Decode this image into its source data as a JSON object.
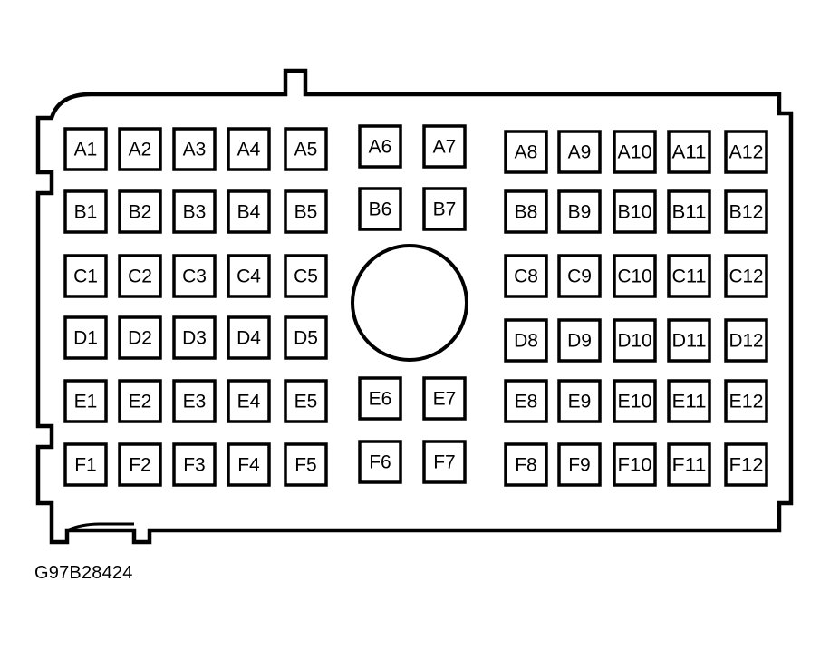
{
  "figure_id": "G97B28424",
  "colors": {
    "line": "#000000",
    "background": "#ffffff"
  },
  "pin_rows": [
    [
      "A1",
      "A2",
      "A3",
      "A4",
      "A5",
      "A6",
      "A7",
      "A8",
      "A9",
      "A10",
      "A11",
      "A12"
    ],
    [
      "B1",
      "B2",
      "B3",
      "B4",
      "B5",
      "B6",
      "B7",
      "B8",
      "B9",
      "B10",
      "B11",
      "B12"
    ],
    [
      "C1",
      "C2",
      "C3",
      "C4",
      "C5",
      "",
      "",
      "C8",
      "C9",
      "C10",
      "C11",
      "C12"
    ],
    [
      "D1",
      "D2",
      "D3",
      "D4",
      "D5",
      "",
      "",
      "D8",
      "D9",
      "D10",
      "D11",
      "D12"
    ],
    [
      "E1",
      "E2",
      "E3",
      "E4",
      "E5",
      "E6",
      "E7",
      "E8",
      "E9",
      "E10",
      "E11",
      "E12"
    ],
    [
      "F1",
      "F2",
      "F3",
      "F4",
      "F5",
      "F6",
      "F7",
      "F8",
      "F9",
      "F10",
      "F11",
      "F12"
    ]
  ]
}
